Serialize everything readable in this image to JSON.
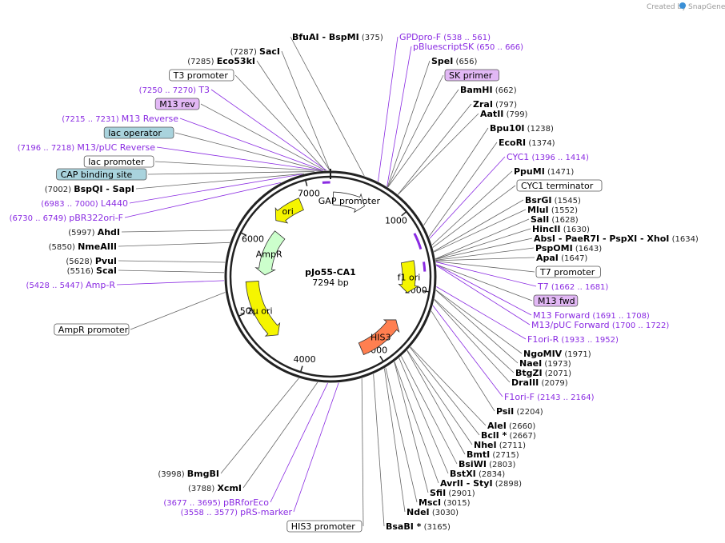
{
  "plasmid": {
    "name": "pJo55-CA1",
    "size_label": "7294 bp",
    "length": 7294
  },
  "credit": {
    "prefix": "Created by",
    "brand": "SnapGene"
  },
  "ticks": [
    {
      "pos": 1000,
      "label": "1000"
    },
    {
      "pos": 2000,
      "label": "2000"
    },
    {
      "pos": 3000,
      "label": "3000"
    },
    {
      "pos": 4000,
      "label": "4000"
    },
    {
      "pos": 5000,
      "label": "5000"
    },
    {
      "pos": 6000,
      "label": "6000"
    },
    {
      "pos": 7000,
      "label": "7000"
    }
  ],
  "features": [
    {
      "name": "ori",
      "start": 6400,
      "end": 6850,
      "dir": -1,
      "color": "#f5f500",
      "track": "inner",
      "label": "ori"
    },
    {
      "name": "AmpR",
      "start": 5500,
      "end": 6270,
      "dir": -1,
      "color": "#ccffcc",
      "track": "inner2",
      "label": "AmpR"
    },
    {
      "name": "2u ori",
      "start": 4500,
      "end": 5400,
      "dir": -1,
      "color": "#f5f500",
      "track": "inner",
      "label": "2μ ori"
    },
    {
      "name": "GAP promoter",
      "start": 40,
      "end": 520,
      "dir": 1,
      "color": "#ffffff",
      "track": "inner",
      "label": "GAP promoter"
    },
    {
      "name": "f1 ori",
      "start": 1600,
      "end": 2060,
      "dir": 1,
      "color": "#f5f500",
      "track": "inner",
      "label": "f1 ori"
    },
    {
      "name": "HIS3",
      "start": 2500,
      "end": 3180,
      "dir": -1,
      "color": "#ff7f50",
      "track": "inner",
      "label": "HIS3"
    }
  ],
  "enzymes_right": [
    {
      "name": "BfuAI",
      "extra": "- BspMI",
      "pos": "(375)"
    },
    {
      "name": "SpeI",
      "extra": "",
      "pos": "(656)"
    },
    {
      "name": "BamHI",
      "extra": "",
      "pos": "(662)"
    },
    {
      "name": "ZraI",
      "extra": "",
      "pos": "(797)"
    },
    {
      "name": "AatII",
      "extra": "",
      "pos": "(799)"
    },
    {
      "name": "Bpu10I",
      "extra": "",
      "pos": "(1238)"
    },
    {
      "name": "EcoRI",
      "extra": "",
      "pos": "(1374)"
    },
    {
      "name": "PpuMI",
      "extra": "",
      "pos": "(1471)"
    },
    {
      "name": "BsrGI",
      "extra": "",
      "pos": "(1545)"
    },
    {
      "name": "MluI",
      "extra": "",
      "pos": "(1552)"
    },
    {
      "name": "SalI",
      "extra": "",
      "pos": "(1628)"
    },
    {
      "name": "HincII",
      "extra": "",
      "pos": "(1630)"
    },
    {
      "name": "AbsI",
      "extra": "- PaeR7I  - PspXI  - XhoI",
      "pos": "(1634)"
    },
    {
      "name": "PspOMI",
      "extra": "",
      "pos": "(1643)"
    },
    {
      "name": "ApaI",
      "extra": "",
      "pos": "(1647)"
    },
    {
      "name": "NgoMIV",
      "extra": "",
      "pos": "(1971)"
    },
    {
      "name": "NaeI",
      "extra": "",
      "pos": "(1973)"
    },
    {
      "name": "BtgZI",
      "extra": "",
      "pos": "(2071)"
    },
    {
      "name": "DraIII",
      "extra": "",
      "pos": "(2079)"
    },
    {
      "name": "PsiI",
      "extra": "",
      "pos": "(2204)"
    },
    {
      "name": "AleI",
      "extra": "",
      "pos": "(2660)"
    },
    {
      "name": "BclI *",
      "extra": "",
      "pos": "(2667)"
    },
    {
      "name": "NheI",
      "extra": "",
      "pos": "(2711)"
    },
    {
      "name": "BmtI",
      "extra": "",
      "pos": "(2715)"
    },
    {
      "name": "BsiWI",
      "extra": "",
      "pos": "(2803)"
    },
    {
      "name": "BstXI",
      "extra": "",
      "pos": "(2834)"
    },
    {
      "name": "AvrII",
      "extra": "- StyI",
      "pos": "(2898)"
    },
    {
      "name": "SfiI",
      "extra": "",
      "pos": "(2901)"
    },
    {
      "name": "MscI",
      "extra": "",
      "pos": "(3015)"
    },
    {
      "name": "NdeI",
      "extra": "",
      "pos": "(3030)"
    },
    {
      "name": "BsaBI *",
      "extra": "",
      "pos": "(3165)"
    }
  ],
  "enzymes_left": [
    {
      "name": "SacI",
      "pos": "(7287)"
    },
    {
      "name": "Eco53kI",
      "pos": "(7285)"
    },
    {
      "name": "BspQI",
      "extra": "- SapI",
      "pos": "(7002)"
    },
    {
      "name": "AhdI",
      "pos": "(5997)"
    },
    {
      "name": "NmeAIII",
      "pos": "(5850)"
    },
    {
      "name": "PvuI",
      "pos": "(5628)"
    },
    {
      "name": "ScaI",
      "pos": "(5516)"
    },
    {
      "name": "BmgBI",
      "pos": "(3998)"
    },
    {
      "name": "XcmI",
      "pos": "(3788)"
    }
  ],
  "primers": [
    {
      "name": "GPDpro-F",
      "range": "(538 .. 561)"
    },
    {
      "name": "pBluescriptSK",
      "range": "(650 .. 666)"
    },
    {
      "name": "CYC1",
      "range": "(1396 .. 1414)"
    },
    {
      "name": "T7",
      "range": "(1662 .. 1681)"
    },
    {
      "name": "M13 Forward",
      "range": "(1691 .. 1708)"
    },
    {
      "name": "M13/pUC Forward",
      "range": "(1700 .. 1722)"
    },
    {
      "name": "F1ori-R",
      "range": "(1933 .. 1952)"
    },
    {
      "name": "F1ori-F",
      "range": "(2143 .. 2164)"
    },
    {
      "name": "T3",
      "range": "(7250 .. 7270)"
    },
    {
      "name": "M13 Reverse",
      "range": "(7215 .. 7231)"
    },
    {
      "name": "M13/pUC Reverse",
      "range": "(7196 .. 7218)"
    },
    {
      "name": "L4440",
      "range": "(6983 .. 7000)"
    },
    {
      "name": "pBR322ori-F",
      "range": "(6730 .. 6749)"
    },
    {
      "name": "Amp-R",
      "range": "(5428 .. 5447)"
    },
    {
      "name": "pBRforEco",
      "range": "(3677 .. 3695)"
    },
    {
      "name": "pRS-marker",
      "range": "(3558 .. 3577)"
    }
  ],
  "boxed_features": [
    {
      "name": "SK primer",
      "style": "primer"
    },
    {
      "name": "CYC1 terminator",
      "style": "plain"
    },
    {
      "name": "T7 promoter",
      "style": "plain"
    },
    {
      "name": "M13 fwd",
      "style": "primer"
    },
    {
      "name": "T3 promoter",
      "style": "plain"
    },
    {
      "name": "M13 rev",
      "style": "primer"
    },
    {
      "name": "lac operator",
      "style": "teal"
    },
    {
      "name": "lac promoter",
      "style": "plain"
    },
    {
      "name": "CAP binding site",
      "style": "teal"
    },
    {
      "name": "AmpR promoter",
      "style": "plain"
    },
    {
      "name": "HIS3 promoter",
      "style": "plain"
    }
  ],
  "colors": {
    "primer": "#8a2be2",
    "primer_box": "#e2b8f5",
    "teal_box": "#a9d3dd",
    "backbone": "#222222"
  }
}
